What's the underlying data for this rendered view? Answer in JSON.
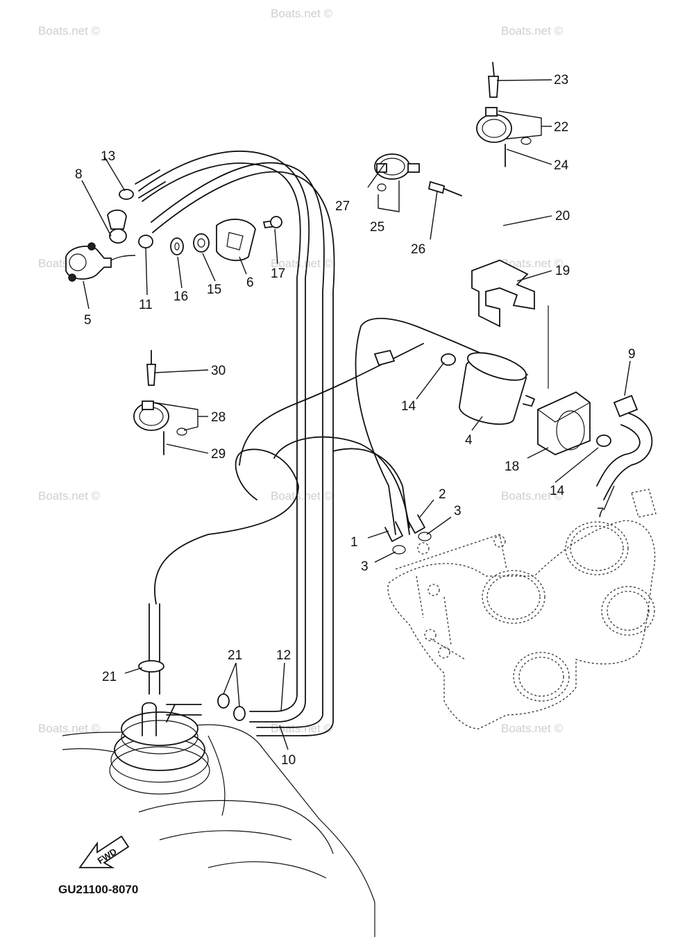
{
  "watermark": "Boats.net ©",
  "diagram_code": "GU21100-8070",
  "fwd_label": "FWD",
  "callouts": [
    "1",
    "2",
    "3",
    "3",
    "4",
    "5",
    "6",
    "7",
    "8",
    "9",
    "10",
    "11",
    "12",
    "13",
    "14",
    "14",
    "15",
    "16",
    "17",
    "18",
    "19",
    "20",
    "21",
    "21",
    "22",
    "23",
    "24",
    "25",
    "26",
    "27",
    "28",
    "29",
    "30"
  ]
}
